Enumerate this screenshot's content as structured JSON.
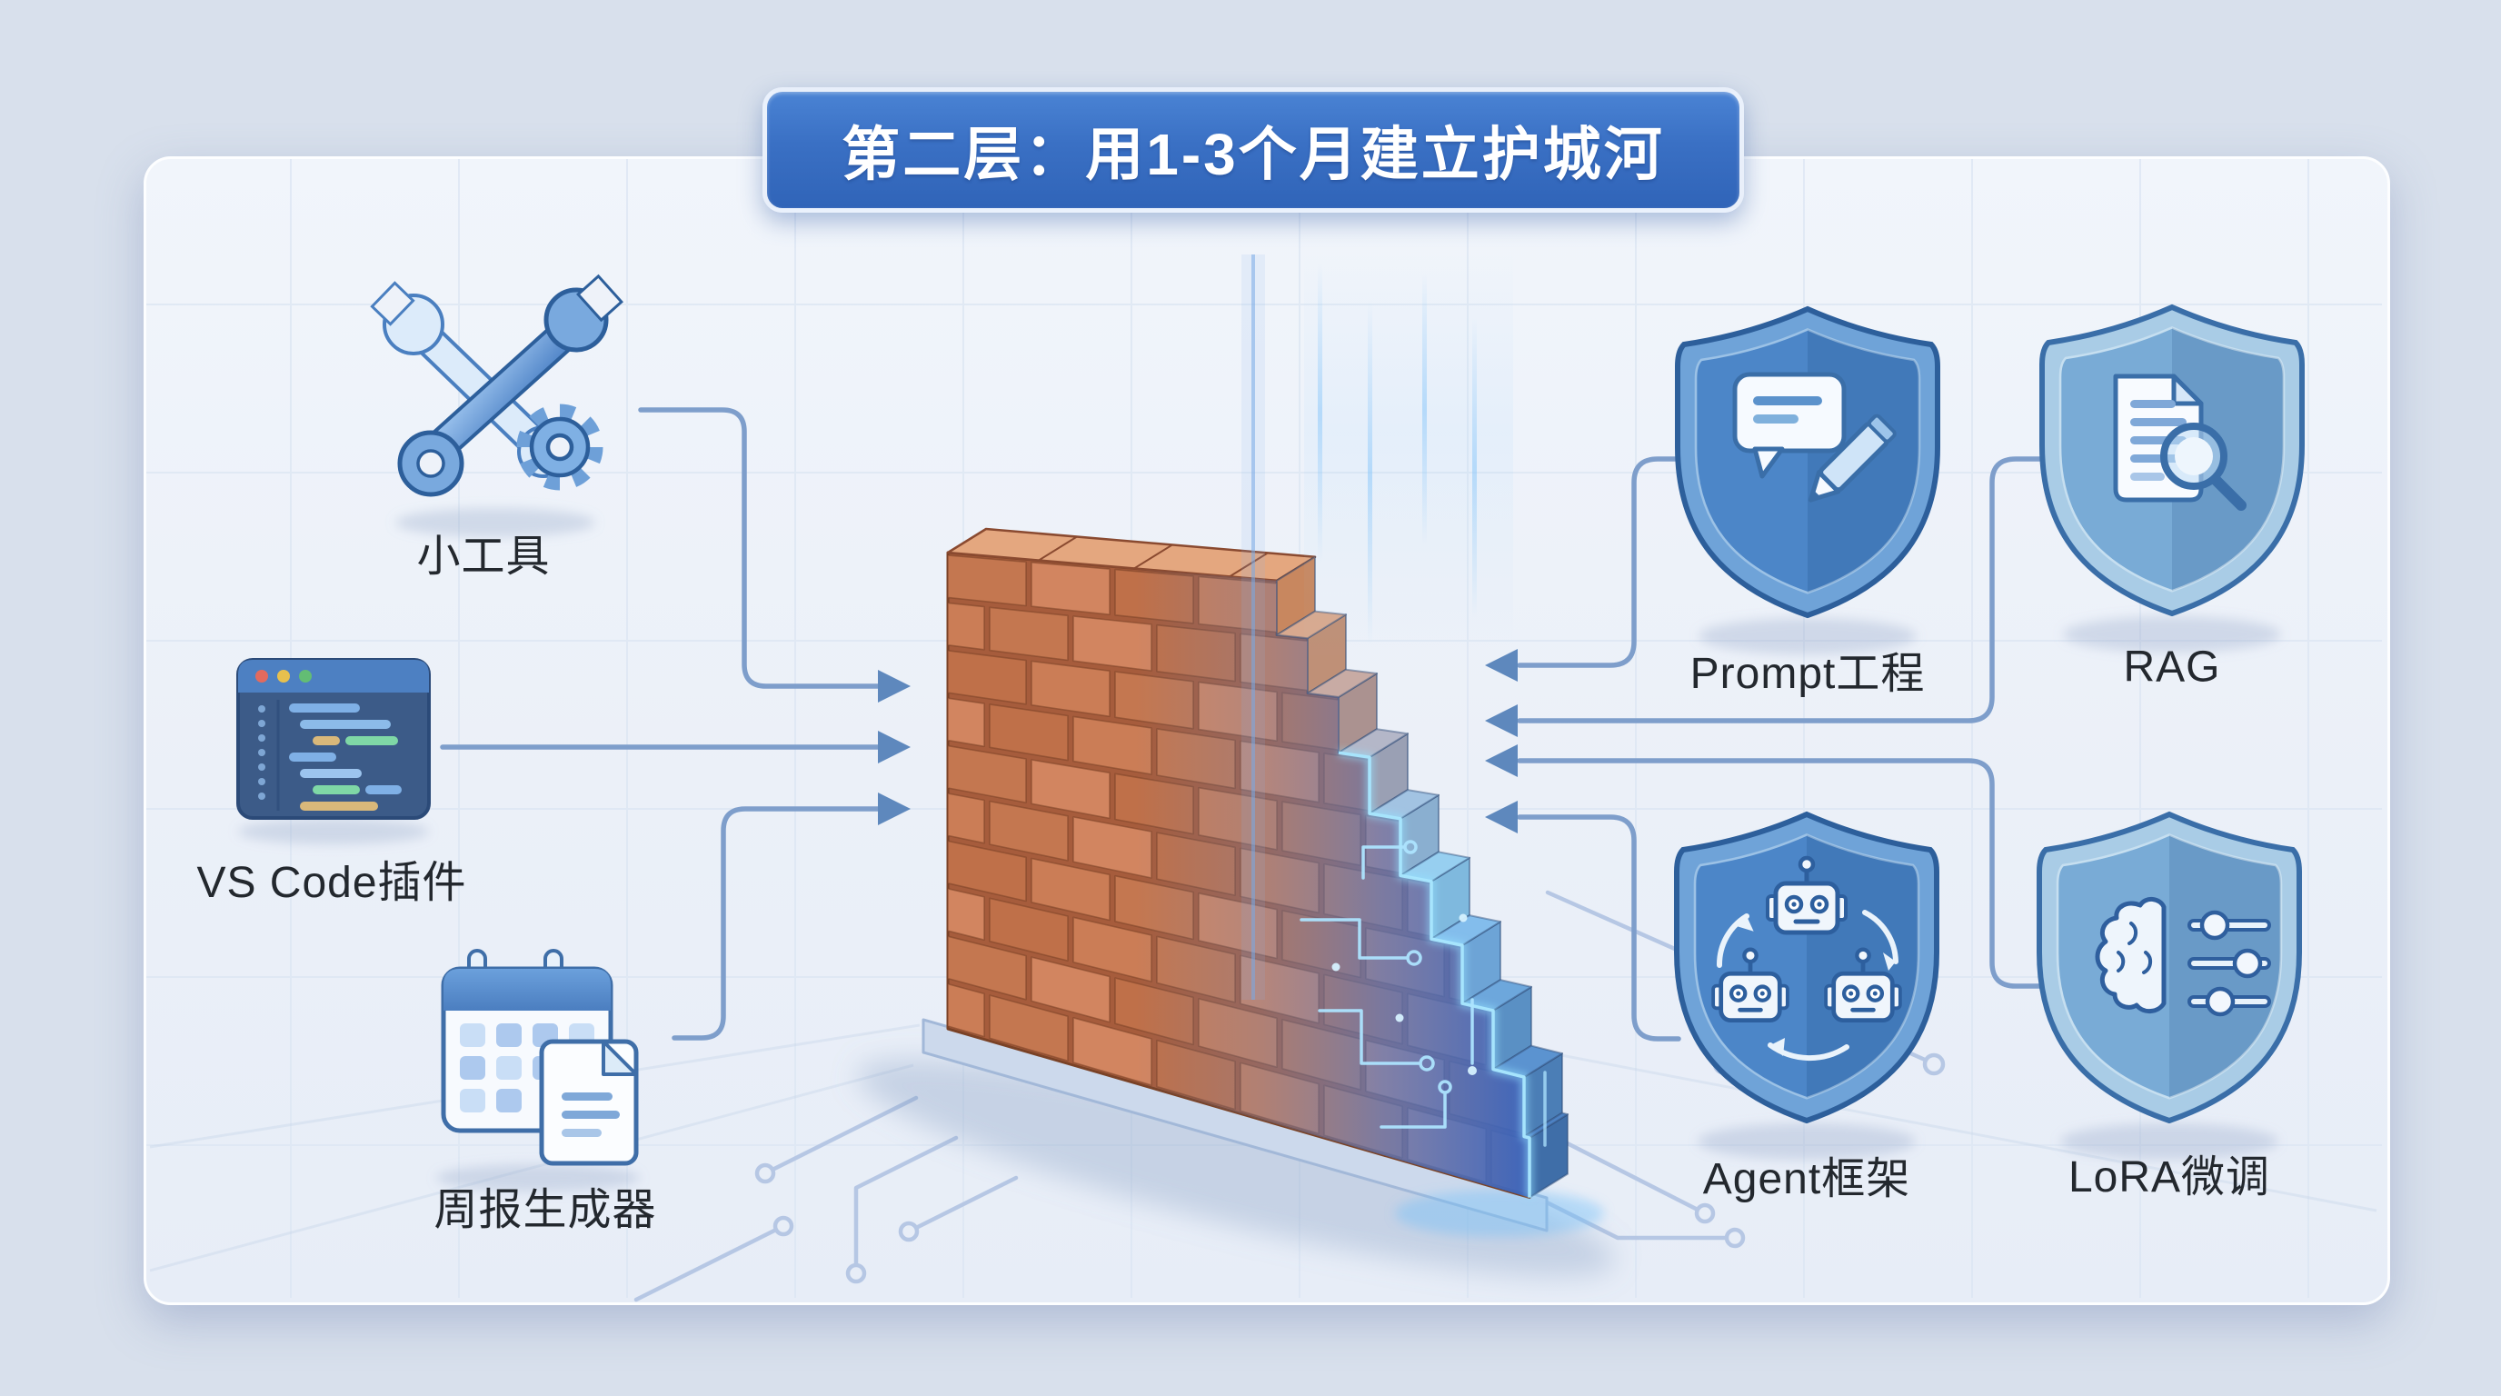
{
  "title": {
    "text": "第二层：用1-3个月建立护城河"
  },
  "left_items": [
    {
      "id": "mini-tools",
      "label": "小工具",
      "icon": "wrench-gear-icon"
    },
    {
      "id": "vscode-plugin",
      "label": "VS Code插件",
      "icon": "code-window-icon"
    },
    {
      "id": "weekly-report",
      "label": "周报生成器",
      "icon": "calendar-document-icon"
    }
  ],
  "right_items": [
    {
      "id": "prompt-engineering",
      "label": "Prompt工程",
      "icon": "shield-chat-pencil-icon"
    },
    {
      "id": "rag",
      "label": "RAG",
      "icon": "shield-document-search-icon"
    },
    {
      "id": "agent-framework",
      "label": "Agent框架",
      "icon": "shield-robots-icon"
    },
    {
      "id": "lora-finetune",
      "label": "LoRA微调",
      "icon": "shield-brain-sliders-icon"
    }
  ],
  "colors": {
    "page_background": "#d8e0ec",
    "panel_background": "#edf1f8",
    "accent_blue": "#3b74c8",
    "connector": "#7e9ecb",
    "brick_orange": "#c97b54",
    "digital_blue": "#2f6cc4",
    "glow_cyan": "#9fe0ff",
    "label_text": "#23282e",
    "title_text": "#ffffff"
  }
}
